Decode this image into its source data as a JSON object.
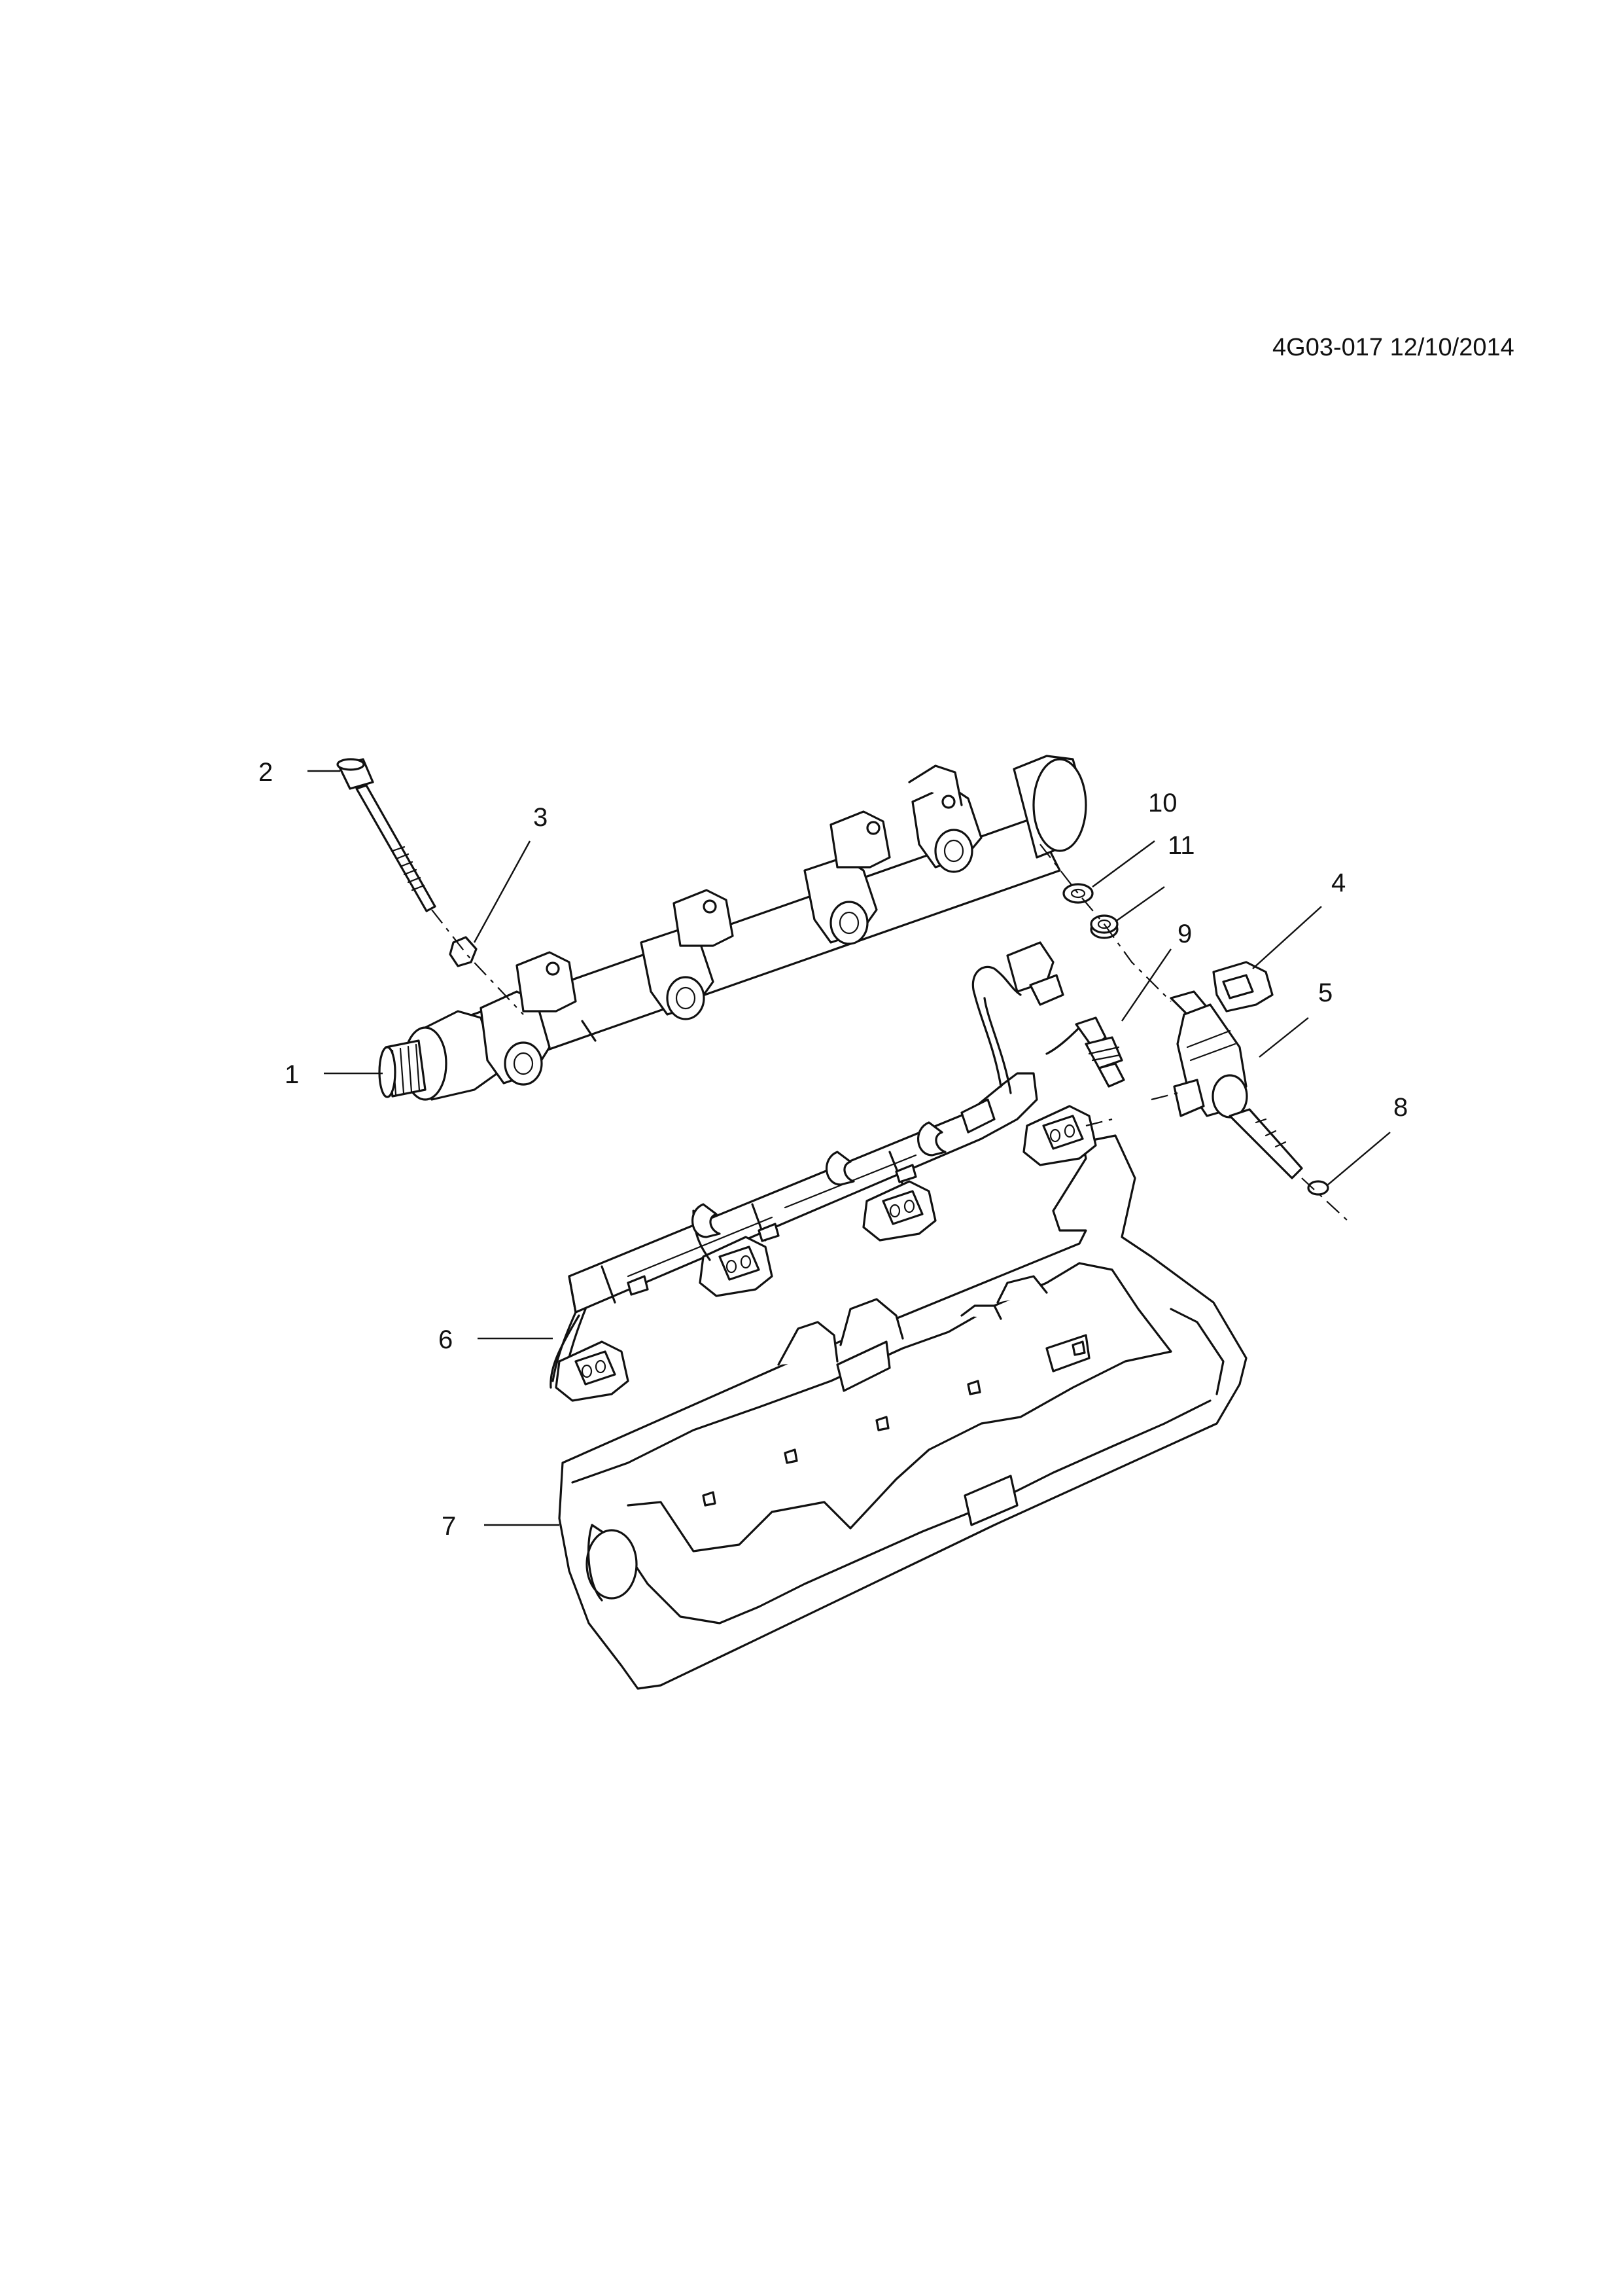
{
  "drawing_reference": "4G03-017 12/10/2014",
  "callouts": [
    {
      "label": "1"
    },
    {
      "label": "2"
    },
    {
      "label": "3"
    },
    {
      "label": "4"
    },
    {
      "label": "5"
    },
    {
      "label": "6"
    },
    {
      "label": "7"
    },
    {
      "label": "8"
    },
    {
      "label": "9"
    },
    {
      "label": "10"
    },
    {
      "label": "11"
    }
  ],
  "colors": {
    "ink": "#111111",
    "paper": "#ffffff"
  }
}
